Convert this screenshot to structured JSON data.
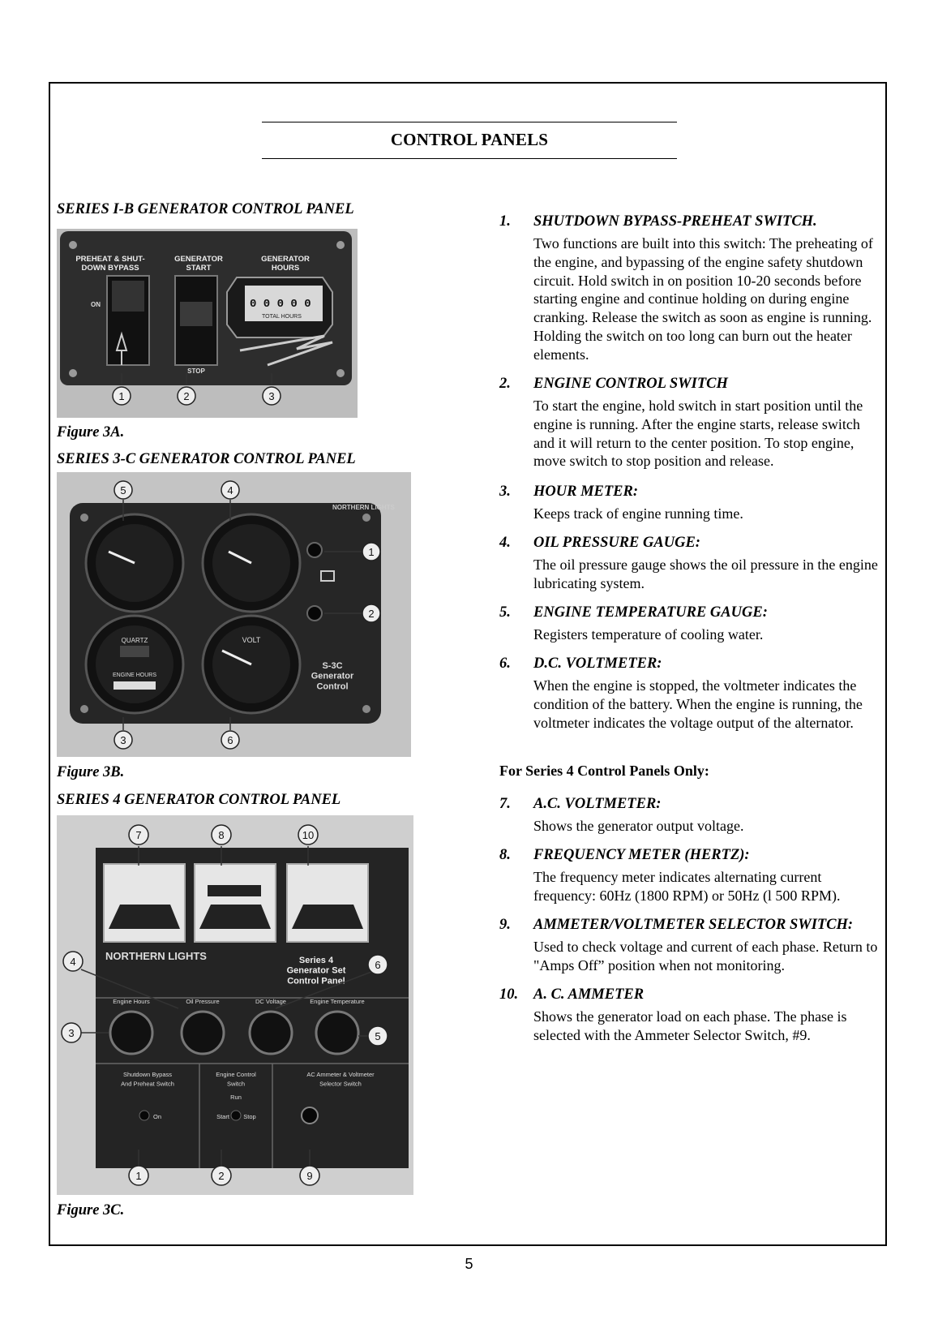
{
  "title": "CONTROL PANELS",
  "figures": [
    {
      "heading": "SERIES I-B GENERATOR CONTROL PANEL",
      "caption": "Figure 3A.",
      "labels": [
        "PREHEAT & SHUT-\nDOWN BYPASS",
        "GENERATOR\nSTART",
        "GENERATOR\nHOURS",
        "ON",
        "STOP"
      ],
      "callouts": [
        "1",
        "2",
        "3"
      ]
    },
    {
      "heading": "SERIES 3-C GENERATOR CONTROL PANEL",
      "caption": "Figure 3B.",
      "labels": [
        "NORTHERN LIGHTS",
        "QUARTZ",
        "ENGINE HOURS",
        "VOLT",
        "S-3C\nGenerator\nControl"
      ],
      "callouts": [
        "5",
        "4",
        "1",
        "2",
        "3",
        "6"
      ]
    },
    {
      "heading": "SERIES 4 GENERATOR CONTROL PANEL",
      "caption": "Figure 3C.",
      "labels": [
        "NORTHERN LIGHTS",
        "Series 4\nGenerator Set\nControl Panel",
        "Engine Hours",
        "Oil Pressure",
        "DC Voltage",
        "Engine Temperature",
        "Shutdown Bypass\nAnd Preheat Switch",
        "Engine Control\nSwitch",
        "AC Ammeter & Voltmeter\nSelector Switch",
        "On",
        "Run",
        "Start",
        "Stop"
      ],
      "callouts": [
        "7",
        "8",
        "10",
        "4",
        "6",
        "3",
        "5",
        "1",
        "2",
        "9"
      ]
    }
  ],
  "items": [
    {
      "num": "1.",
      "heading": "SHUTDOWN BYPASS-PREHEAT SWITCH.",
      "body": "Two functions are built into this switch: The preheating of the engine, and bypassing of the engine safety shutdown circuit. Hold switch in on position 10-20 seconds before starting engine and continue holding on during engine cranking. Release the switch as soon as engine is running. Holding the switch on too long can burn out the heater elements."
    },
    {
      "num": "2.",
      "heading": "ENGINE CONTROL SWITCH",
      "body": "To start the engine, hold switch in start position until the engine is running. After the engine starts, release switch and it will return to the center position. To stop engine, move switch to stop position and release."
    },
    {
      "num": "3.",
      "heading": "HOUR METER:",
      "body": "Keeps track of engine running time."
    },
    {
      "num": "4.",
      "heading": "OIL PRESSURE GAUGE:",
      "body": "The oil pressure gauge shows the oil pressure in the engine lubricating system."
    },
    {
      "num": "5.",
      "heading": "ENGINE TEMPERATURE GAUGE:",
      "body": "Registers temperature of cooling water."
    },
    {
      "num": "6.",
      "heading": "D.C. VOLTMETER:",
      "body": "When the engine is stopped, the voltmeter indicates the condition of the battery. When the engine is running, the voltmeter indicates the voltage output of the alternator."
    },
    {
      "num": "7.",
      "heading": "A.C. VOLTMETER:",
      "body": "Shows the generator output voltage."
    },
    {
      "num": "8.",
      "heading": "FREQUENCY METER (HERTZ):",
      "body": "The frequency meter indicates alternating current frequency: 60Hz (1800 RPM) or 50Hz (l 500 RPM)."
    },
    {
      "num": "9.",
      "heading": "AMMETER/VOLTMETER SELECTOR  SWITCH:",
      "body": "Used to check voltage and current of each phase. Return to \"Amps Off” position when not monitoring."
    },
    {
      "num": "10.",
      "heading": "A. C. AMMETER",
      "body": "Shows the generator load on each phase. The phase is selected with the Ammeter Selector Switch, #9."
    }
  ],
  "series4_note": "For Series 4 Control Panels Only:",
  "page_number": "5"
}
